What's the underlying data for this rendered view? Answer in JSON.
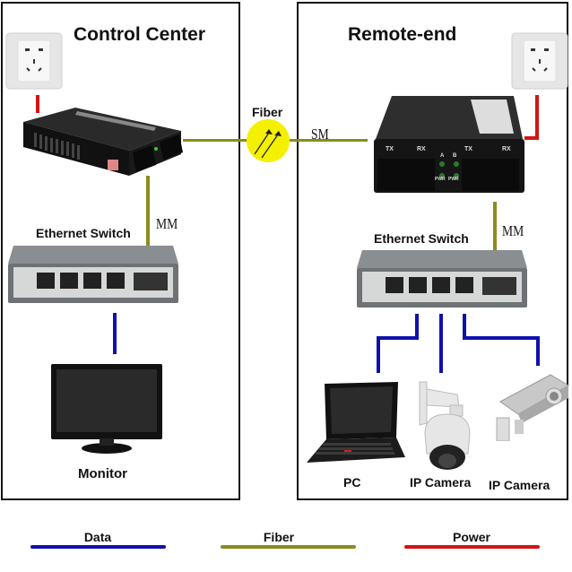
{
  "panels": {
    "left": {
      "title": "Control Center"
    },
    "right": {
      "title": "Remote-end"
    }
  },
  "labels": {
    "fiber": "Fiber",
    "sm": "SM",
    "mm_left": "MM",
    "mm_right": "MM",
    "switch_left": "Ethernet Switch",
    "switch_right": "Ethernet Switch",
    "monitor": "Monitor",
    "pc": "PC",
    "ip_camera_1": "IP Camera",
    "ip_camera_2": "IP Camera"
  },
  "converter_ports": {
    "tx1": "TX",
    "rx1": "RX",
    "a": "A",
    "b": "B",
    "pwr1": "PWR",
    "pwr2": "PWR",
    "tx2": "TX",
    "rx2": "RX"
  },
  "legend": [
    {
      "label": "Data",
      "color": "#1010b0"
    },
    {
      "label": "Fiber",
      "color": "#8c8c1c"
    },
    {
      "label": "Power",
      "color": "#d41414"
    }
  ],
  "colors": {
    "data": "#1010b0",
    "fiber": "#8c8c1c",
    "power": "#d41414",
    "fiber_badge": "#f5f000"
  }
}
